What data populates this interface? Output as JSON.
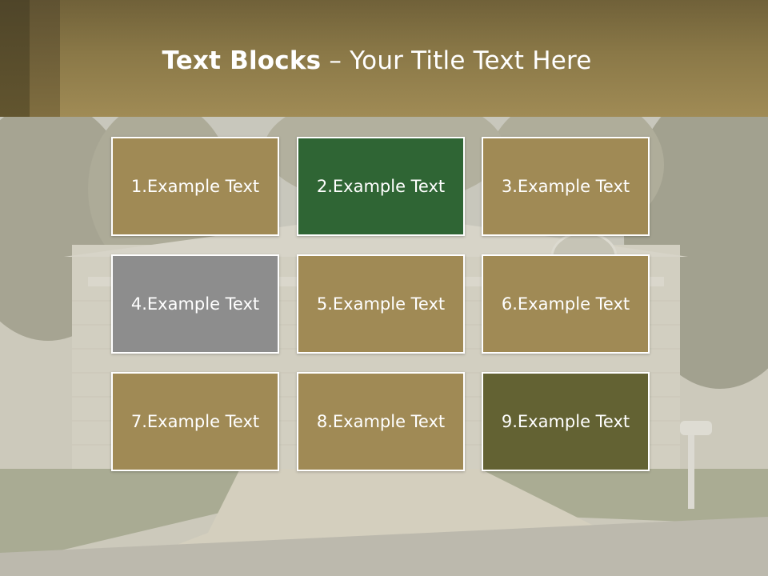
{
  "title": {
    "bold": "Text Blocks",
    "separator": " – ",
    "rest": "Your Title Text Here"
  },
  "colors": {
    "header": "#9b8753",
    "block_default": "#a08a55",
    "block_green": "#2f6534",
    "block_gray": "#8d8d8d",
    "block_olive": "#636233"
  },
  "blocks": [
    {
      "label": "1.Example Text",
      "color": "#a08a55"
    },
    {
      "label": "2.Example Text",
      "color": "#2f6534"
    },
    {
      "label": "3.Example Text",
      "color": "#a08a55"
    },
    {
      "label": "4.Example Text",
      "color": "#8d8d8d"
    },
    {
      "label": "5.Example Text",
      "color": "#a08a55"
    },
    {
      "label": "6.Example Text",
      "color": "#a08a55"
    },
    {
      "label": "7.Example Text",
      "color": "#a08a55"
    },
    {
      "label": "8.Example Text",
      "color": "#a08a55"
    },
    {
      "label": "9.Example Text",
      "color": "#636233"
    }
  ]
}
